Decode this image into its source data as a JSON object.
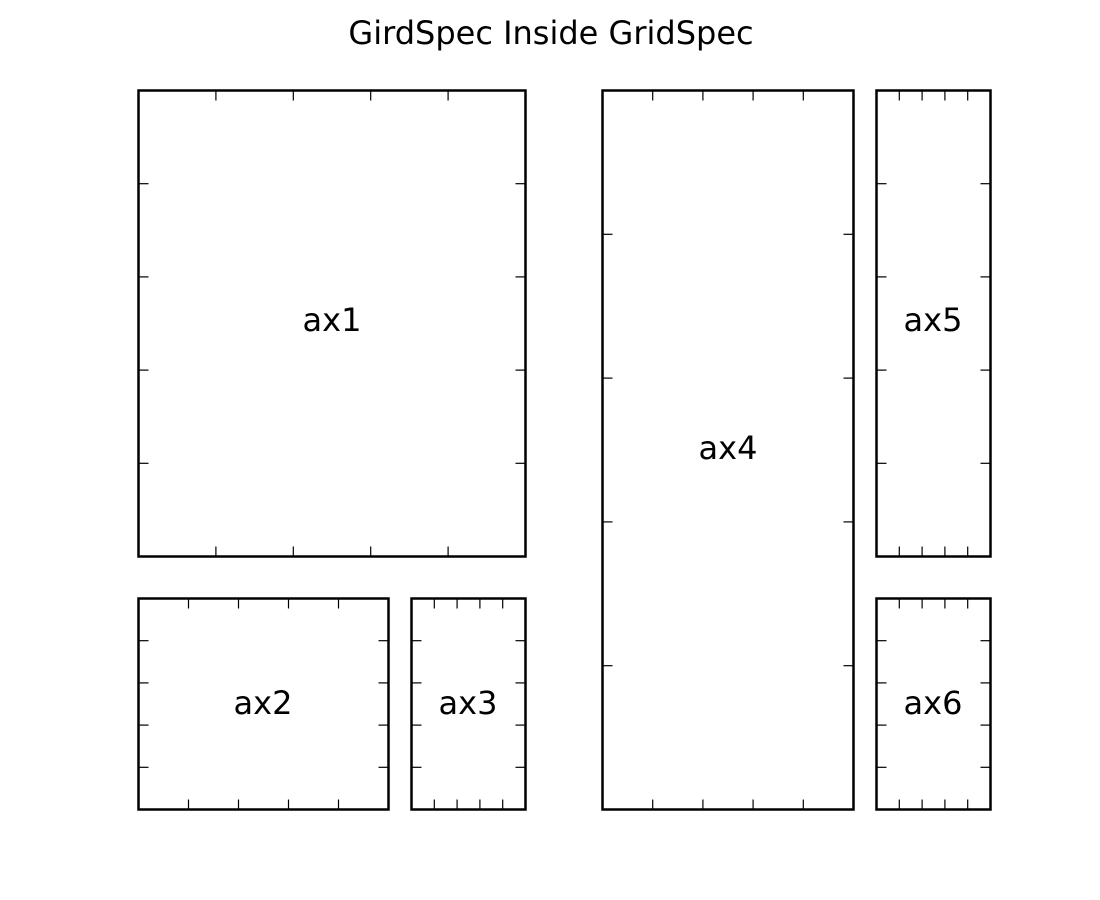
{
  "figure": {
    "title": "GirdSpec Inside GridSpec"
  },
  "axes": [
    {
      "id": "ax1",
      "label": "ax1"
    },
    {
      "id": "ax2",
      "label": "ax2"
    },
    {
      "id": "ax3",
      "label": "ax3"
    },
    {
      "id": "ax4",
      "label": "ax4"
    },
    {
      "id": "ax5",
      "label": "ax5"
    },
    {
      "id": "ax6",
      "label": "ax6"
    }
  ],
  "colors": {
    "background": "#ffffff",
    "frame": "#000000",
    "text": "#000000"
  }
}
